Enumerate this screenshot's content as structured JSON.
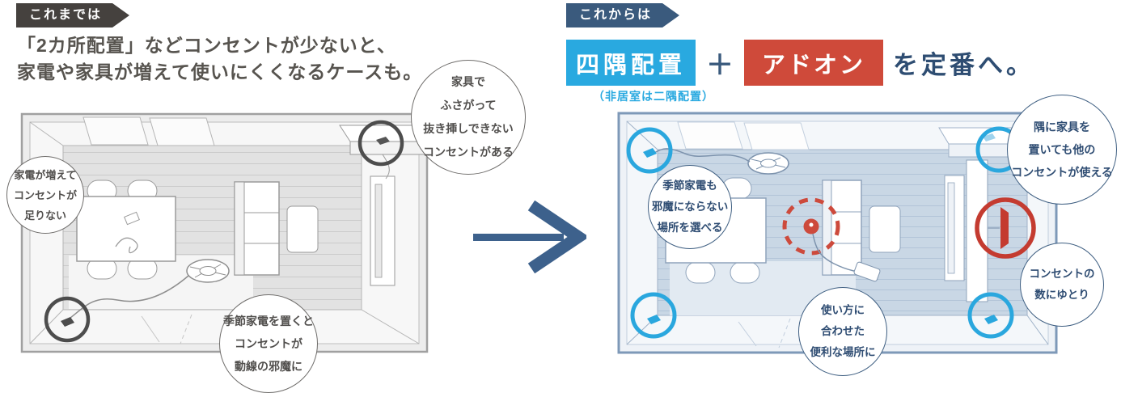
{
  "colors": {
    "accent_cyan": "#29a9e0",
    "accent_red": "#cf4a3a",
    "navy": "#2e4d72",
    "tag_dark": "#45413e",
    "tag_navy": "#3a5a7d",
    "left_line_gray": "#9a9a9a",
    "right_line_blue": "#8fa3bb"
  },
  "left": {
    "tag": "これまでは",
    "headline": [
      "「2カ所配置」などコンセントが少ないと、",
      "家電や家具が増えて使いにくくなるケースも。"
    ],
    "callouts": [
      {
        "lines": [
          "家電が増えて",
          "コンセントが",
          "足りない"
        ]
      },
      {
        "lines": [
          "家具で",
          "ふさがって",
          "抜き挿しできない",
          "コンセントがある"
        ]
      },
      {
        "lines": [
          "季節家電を置くと",
          "コンセントが",
          "動線の邪魔に"
        ]
      }
    ]
  },
  "right": {
    "tag": "これからは",
    "formula": {
      "blue_label": "四隅配置",
      "plus": "＋",
      "red_label": "アドオン",
      "suffix": "を定番へ。",
      "note": "（非居室は二隅配置）"
    },
    "callouts": [
      {
        "lines": [
          "季節家電も",
          "邪魔にならない",
          "場所を選べる"
        ]
      },
      {
        "lines": [
          "隅に家具を",
          "置いても他の",
          "コンセントが使える"
        ]
      },
      {
        "lines": [
          "コンセントの",
          "数にゆとり"
        ]
      },
      {
        "lines": [
          "使い方に",
          "合わせた",
          "便利な場所に"
        ]
      }
    ]
  }
}
